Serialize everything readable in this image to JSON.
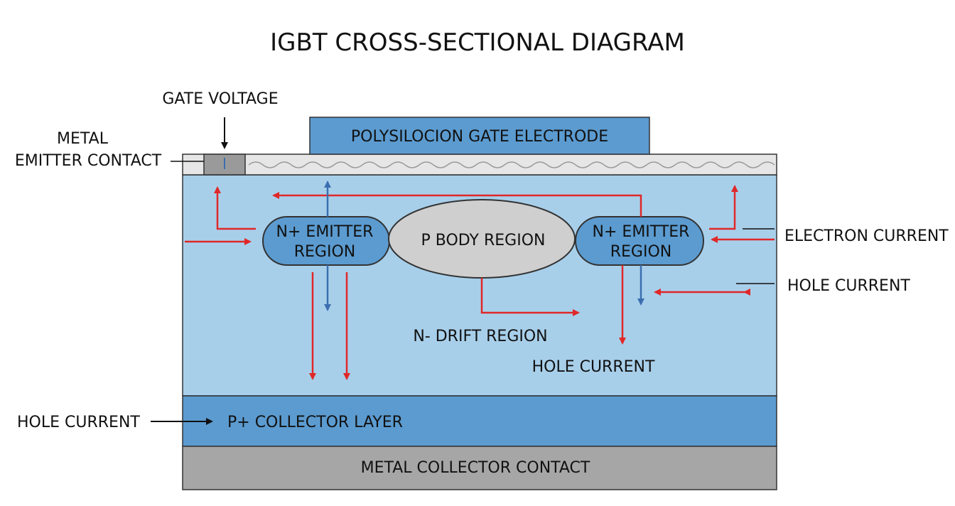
{
  "title": "IGBT CROSS-SECTIONAL DIAGRAM",
  "labels": {
    "gate_voltage": "GATE VOLTAGE",
    "metal_emitter_contact_line1": "METAL",
    "metal_emitter_contact_line2": "EMITTER CONTACT",
    "gate_electrode": "POLYSILOCION GATE ELECTRODE",
    "n_emitter_left_line1": "N+ EMITTER",
    "n_emitter_left_line2": "REGION",
    "n_emitter_right_line1": "N+ EMITTER",
    "n_emitter_right_line2": "REGION",
    "p_body": "P BODY REGION",
    "n_drift": "N- DRIFT REGION",
    "hole_current_center": "HOLE CURRENT",
    "electron_current": "ELECTRON CURRENT",
    "hole_current_right": "HOLE CURRENT",
    "hole_current_left": "HOLE CURRENT",
    "p_collector": "P+ COLLECTOR LAYER",
    "metal_collector": "METAL COLLECTOR CONTACT"
  },
  "colors": {
    "drift": "#a8cfea",
    "collector_layer": "#5b9bd0",
    "gate": "#5b9bd0",
    "emitter_region": "#5b9bd0",
    "body_region": "#cfcfcf",
    "metal_collector": "#a6a6a6",
    "oxide": "#e6e6e6",
    "red_arrow": "#e02828",
    "blue_arrow": "#3b6fb0"
  }
}
